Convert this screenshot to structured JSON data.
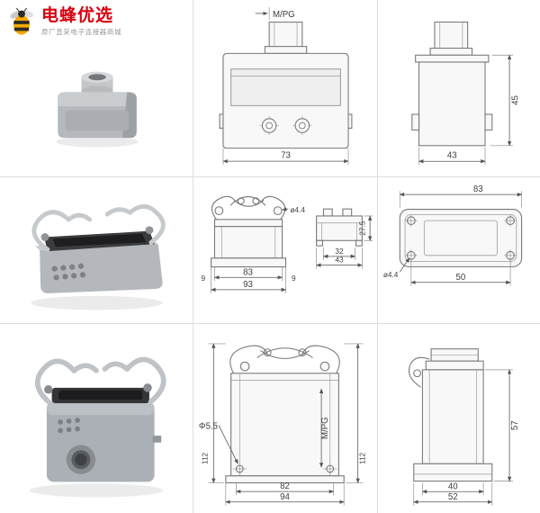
{
  "brand": {
    "name": "电蜂优选",
    "tagline": "原厂直采电子连接器商城"
  },
  "colors": {
    "brand_red": "#d7000f",
    "bee_yellow": "#f2a900",
    "drawing_line": "#777777",
    "photo_gray": "#b5b9be"
  },
  "photos": {
    "hood": "gray connector hood product photo",
    "housing": "metal housing with double locking levers product photo",
    "base": "surface-mount base with locking levers product photo"
  },
  "views": {
    "hood_front": {
      "entry_label": "M/PG",
      "width": "73"
    },
    "hood_side": {
      "height": "45",
      "width": "43"
    },
    "housing_front": {
      "inner_width": "83",
      "outer_width": "93",
      "left_offset": "9",
      "right_offset": "9",
      "hole_dia": "ø4.4"
    },
    "housing_side_small": {
      "inner_width": "32",
      "outer_width": "43",
      "height": "27.5"
    },
    "housing_top": {
      "width": "83",
      "hole_span": "50",
      "hole_dia": "ø4.4"
    },
    "base_front": {
      "hole_dia": "Φ5.5",
      "entry_label": "M/PG",
      "inner_width": "82",
      "outer_width": "94",
      "left_height": "112",
      "right_height": "112"
    },
    "base_side": {
      "height": "57",
      "inner_width": "40",
      "outer_width": "52"
    }
  }
}
